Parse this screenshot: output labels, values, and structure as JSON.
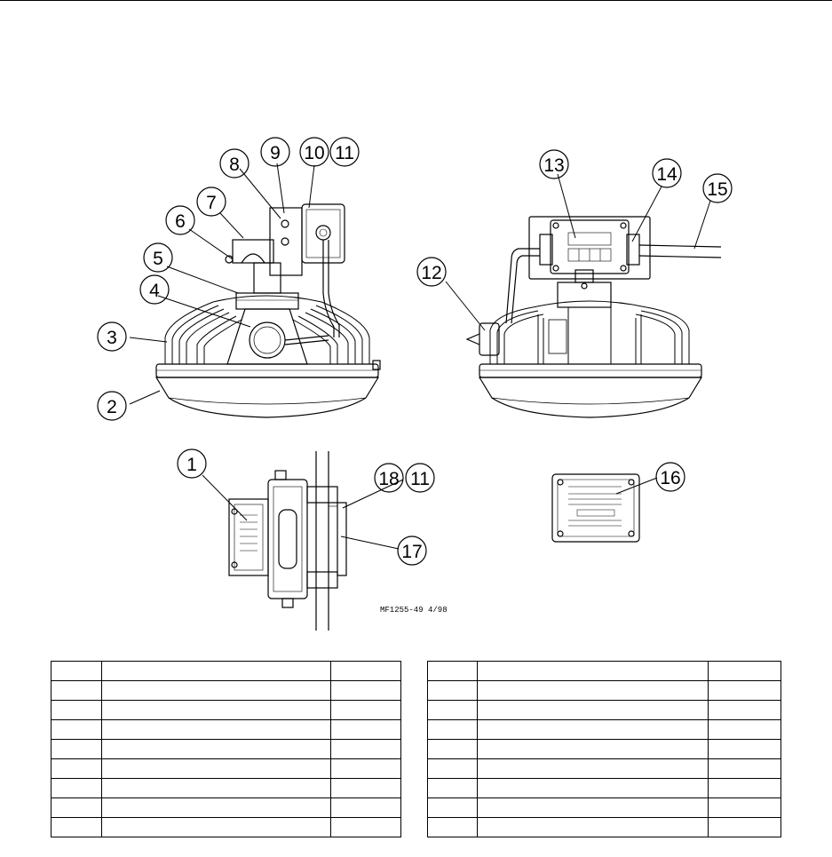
{
  "figure": {
    "drawing_code": "MF1255-49 4/98",
    "callouts": [
      "1",
      "2",
      "3",
      "4",
      "5",
      "6",
      "7",
      "8",
      "9",
      "10",
      "11",
      "12",
      "13",
      "14",
      "15",
      "16",
      "17",
      "18",
      "11"
    ]
  },
  "tables": {
    "left": {
      "rows": 9,
      "cols": 3
    },
    "right": {
      "rows": 9,
      "cols": 3
    }
  }
}
